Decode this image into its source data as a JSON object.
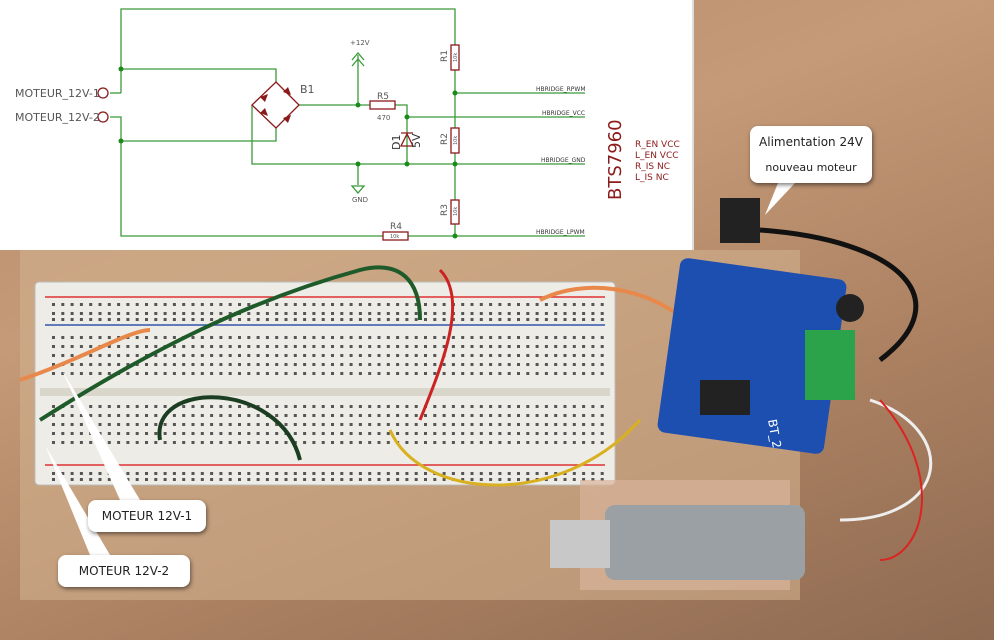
{
  "schematic": {
    "connectors": [
      "MOTEUR_12V-1",
      "MOTEUR_12V-2"
    ],
    "bridge_label": "B1",
    "supply_label": "+12V",
    "ground_label": "GND",
    "r5": {
      "name": "R5",
      "value": "470"
    },
    "d1": {
      "name": "D1",
      "value": "5V"
    },
    "r1": {
      "name": "R1",
      "value": "10k"
    },
    "r2": {
      "name": "R2",
      "value": "10k"
    },
    "r3": {
      "name": "R3",
      "value": "10k"
    },
    "r4": {
      "name": "R4",
      "value": "10k"
    },
    "nets": [
      "HBRIDGE_RPWM",
      "HBRIDGE_VCC",
      "HBRIDGE_GND",
      "HBRIDGE_LPWM"
    ],
    "module_title": "BTS7960",
    "module_notes": [
      "R_EN VCC",
      "L_EN VCC",
      "R_IS NC",
      "L_IS NC"
    ],
    "wire_color": "#2e8b2e",
    "component_color": "#8b1a1a"
  },
  "callouts": {
    "power": [
      "Alimentation 24V",
      "nouveau moteur"
    ],
    "motor1": "MOTEUR 12V-1",
    "motor2": "MOTEUR 12V-2"
  },
  "photo": {
    "module_label": "BT_2"
  }
}
